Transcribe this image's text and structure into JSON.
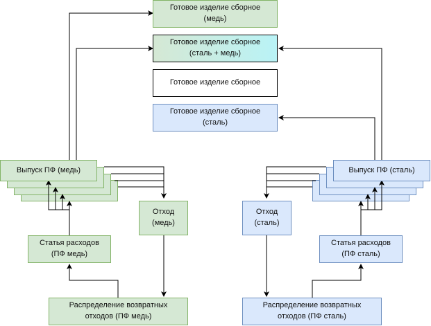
{
  "products": {
    "copper": {
      "line1": "Готовое изделие сборное",
      "line2": "(медь)"
    },
    "steel_copper": {
      "line1": "Готовое изделие сборное",
      "line2": "(сталь + медь)"
    },
    "plain": {
      "line1": "Готовое изделие сборное"
    },
    "steel": {
      "line1": "Готовое изделие сборное",
      "line2": "(сталь)"
    }
  },
  "left": {
    "release": "Выпуск ПФ (медь)",
    "waste": {
      "line1": "Отход",
      "line2": "(медь)"
    },
    "expense": {
      "line1": "Статья расходов",
      "line2": "(ПФ медь)"
    },
    "distribution": {
      "line1": "Распределение возвратных",
      "line2": "отходов (ПФ медь)"
    }
  },
  "right": {
    "release": "Выпуск ПФ (сталь)",
    "waste": {
      "line1": "Отход",
      "line2": "(сталь)"
    },
    "expense": {
      "line1": "Статья расходов",
      "line2": "(ПФ сталь)"
    },
    "distribution": {
      "line1": "Распределение возвратных",
      "line2": "отходов (ПФ сталь)"
    }
  },
  "colors": {
    "green_fill": "#d5e8d4",
    "green_stroke": "#82b366",
    "blue_fill": "#dae8fc",
    "blue_stroke": "#6c8ebf",
    "cyan_fill": "#b9f3f6"
  }
}
